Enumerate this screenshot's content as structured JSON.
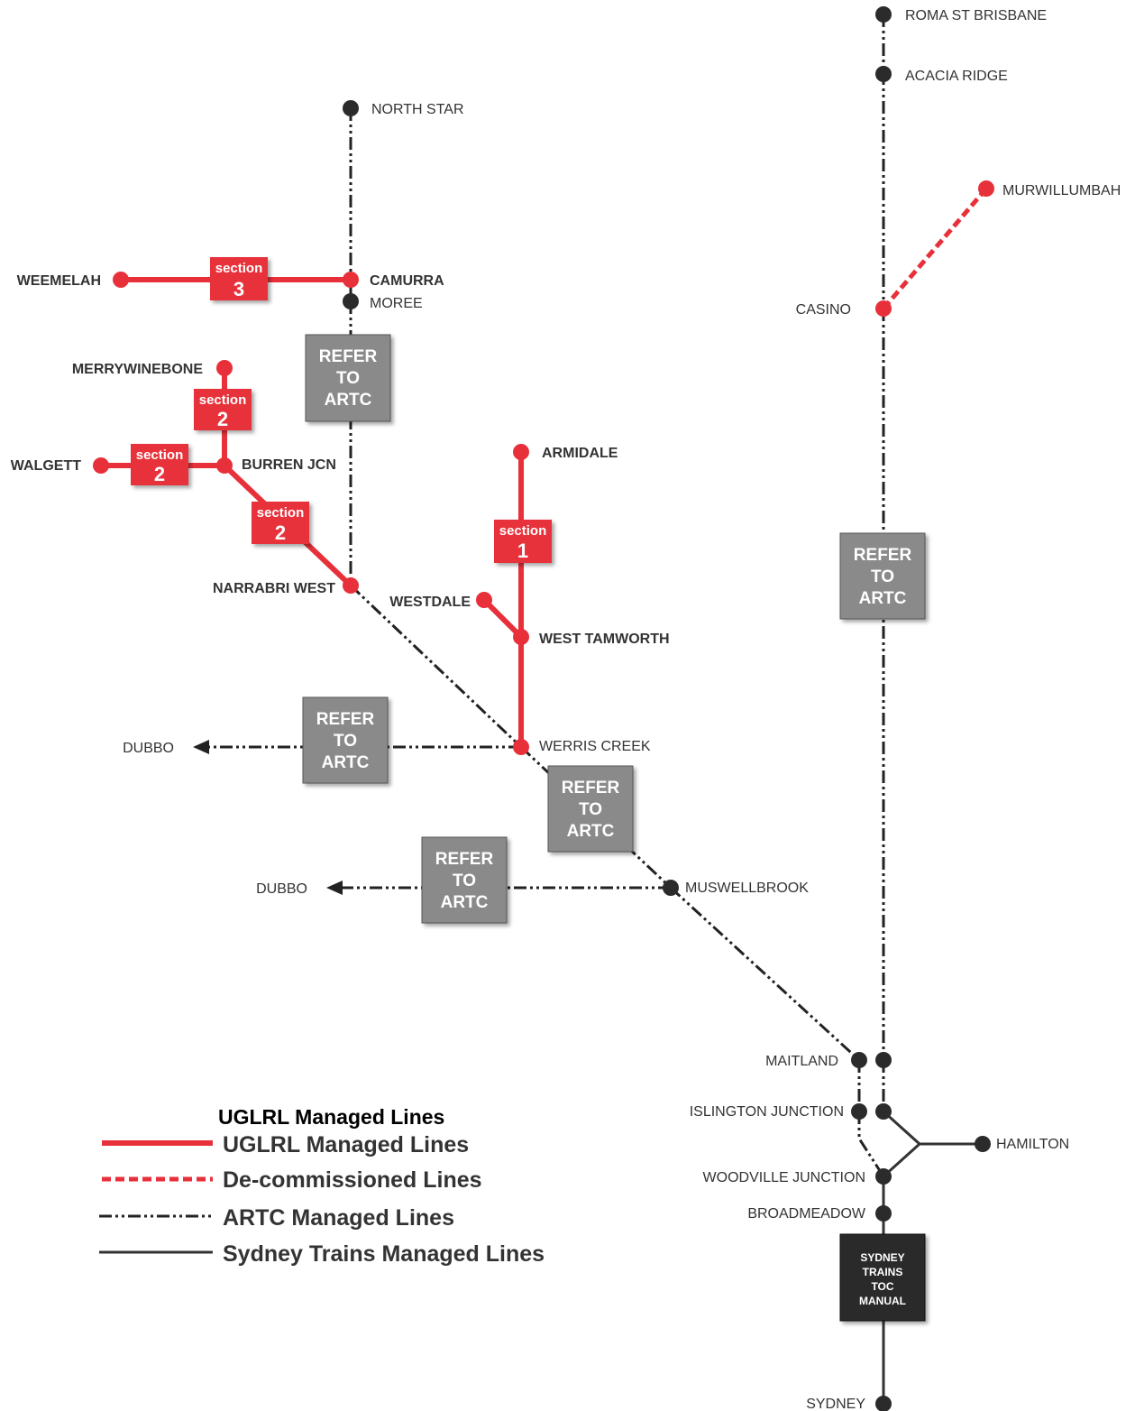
{
  "stations": {
    "roma_st_brisbane": "ROMA ST BRISBANE",
    "acacia_ridge": "ACACIA RIDGE",
    "murwillumbah": "MURWILLUMBAH",
    "casino": "CASINO",
    "north_star": "NORTH STAR",
    "weemelah": "WEEMELAH",
    "camurra": "CAMURRA",
    "moree": "MOREE",
    "merrywinebone": "MERRYWINEBONE",
    "walgett": "WALGETT",
    "burren_jcn": "BURREN JCN",
    "narrabri_west": "NARRABRI WEST",
    "armidale": "ARMIDALE",
    "westdale": "WESTDALE",
    "west_tamworth": "WEST TAMWORTH",
    "werris_creek": "WERRIS CREEK",
    "dubbo_upper": "DUBBO",
    "dubbo_lower": "DUBBO",
    "muswellbrook": "MUSWELLBROOK",
    "maitland": "MAITLAND",
    "islington_junction": "ISLINGTON JUNCTION",
    "hamilton": "HAMILTON",
    "woodville_junction": "WOODVILLE JUNCTION",
    "broadmeadow": "BROADMEADOW",
    "sydney": "SYDNEY"
  },
  "sections": {
    "s3": {
      "word": "section",
      "num": "3"
    },
    "s2a": {
      "word": "section",
      "num": "2"
    },
    "s2b": {
      "word": "section",
      "num": "2"
    },
    "s2c": {
      "word": "section",
      "num": "2"
    },
    "s1": {
      "word": "section",
      "num": "1"
    }
  },
  "refer_box": {
    "l1": "REFER",
    "l2": "TO",
    "l3": "ARTC"
  },
  "sydney_box": {
    "l1": "SYDNEY",
    "l2": "TRAINS",
    "l3": "TOC",
    "l4": "MANUAL"
  },
  "legend": {
    "title": "UGLRL Managed Lines",
    "items": [
      {
        "label": "UGLRL Managed Lines"
      },
      {
        "label": "De-commissioned Lines"
      },
      {
        "label": "ARTC Managed Lines"
      },
      {
        "label": "Sydney Trains Managed Lines"
      }
    ]
  },
  "colors": {
    "uglrl": "#e8303a",
    "artc": "#222222",
    "sydney_trains": "#333333",
    "refer_box": "#8a8a8a",
    "sydney_box": "#2b2b2b"
  }
}
